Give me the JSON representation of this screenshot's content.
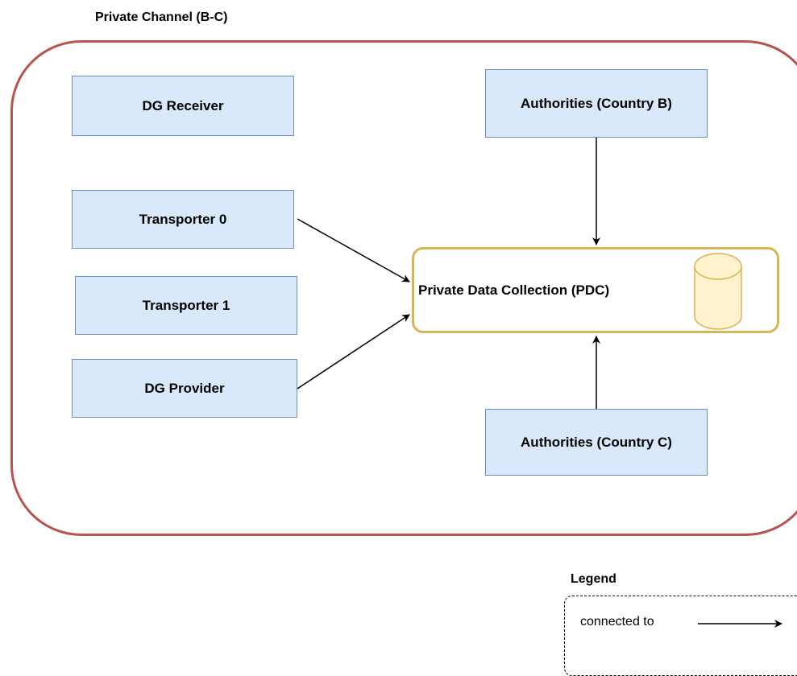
{
  "diagram": {
    "title": "Private Channel (B-C)",
    "nodes": {
      "dg_receiver": "DG Receiver",
      "transporter_0": "Transporter 0",
      "transporter_1": "Transporter 1",
      "dg_provider": "DG Provider",
      "authorities_b": "Authorities (Country B)",
      "authorities_c": "Authorities (Country C)",
      "pdc": "Private Data Collection (PDC)"
    },
    "edges": [
      {
        "from": "Transporter 0",
        "to": "Private Data Collection (PDC)"
      },
      {
        "from": "DG Provider",
        "to": "Private Data Collection (PDC)"
      },
      {
        "from": "Authorities (Country B)",
        "to": "Private Data Collection (PDC)"
      },
      {
        "from": "Authorities (Country C)",
        "to": "Private Data Collection (PDC)"
      }
    ],
    "colors": {
      "channel_border": "#b85450",
      "node_fill": "#dae8fc",
      "node_border": "#6c8ebf",
      "pdc_border": "#d6b656",
      "database_fill": "#fff2cc"
    }
  },
  "legend": {
    "title": "Legend",
    "item_label": "connected to"
  }
}
